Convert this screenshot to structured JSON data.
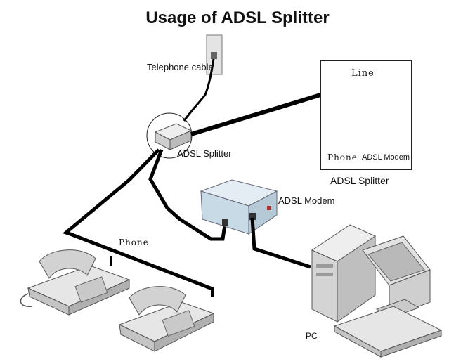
{
  "title": "Usage of ADSL Splitter",
  "labels": {
    "telephone_cable": "Telephone cable",
    "adsl_splitter": "ADSL Splitter",
    "adsl_modem": "ADSL Modem",
    "phone": "Phone",
    "pc": "PC"
  },
  "inset": {
    "line": "Line",
    "phone": "Phone",
    "modem": "ADSL Modem",
    "caption": "ADSL Splitter"
  },
  "colors": {
    "cable": "#000000",
    "device_gray": "#d9dbdd",
    "modem_blue": "#cfe0ea",
    "background": "#ffffff"
  }
}
